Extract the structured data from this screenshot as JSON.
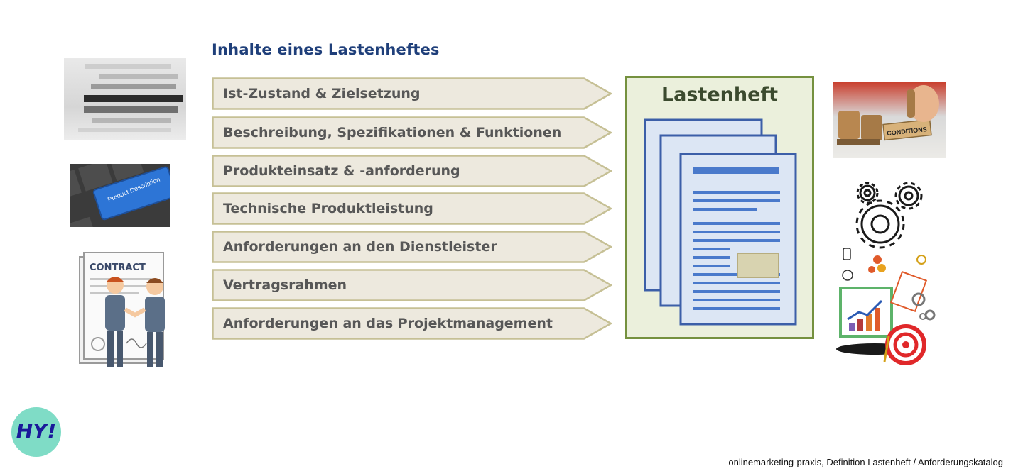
{
  "heading": "Inhalte eines Lastenheftes",
  "items": [
    "Ist-Zustand & Zielsetzung",
    "Beschreibung, Spezifikationen & Funktionen",
    "Produkteinsatz & -anforderung",
    "Technische Produktleistung",
    "Anforderungen an den Dienstleister",
    "Vertragsrahmen",
    "Anforderungen an das Projektmanagement"
  ],
  "result_title": "Lastenheft",
  "logo_text": "HY!",
  "source": "onlinemarketing-praxis, Definition Lastenheft / Anforderungskatalog",
  "image_text": {
    "keyboard_key": "Product Description",
    "contract": "CONTRACT",
    "stamp": "CONDITIONS"
  },
  "colors": {
    "heading": "#1f3f7a",
    "arrow_fill": "#ede9de",
    "arrow_border": "#c6c095",
    "arrow_text": "#575757",
    "box_fill": "#ebf0dc",
    "box_border": "#75913f",
    "doc_fill": "#dce6f4",
    "doc_lines": "#4a7acb"
  }
}
